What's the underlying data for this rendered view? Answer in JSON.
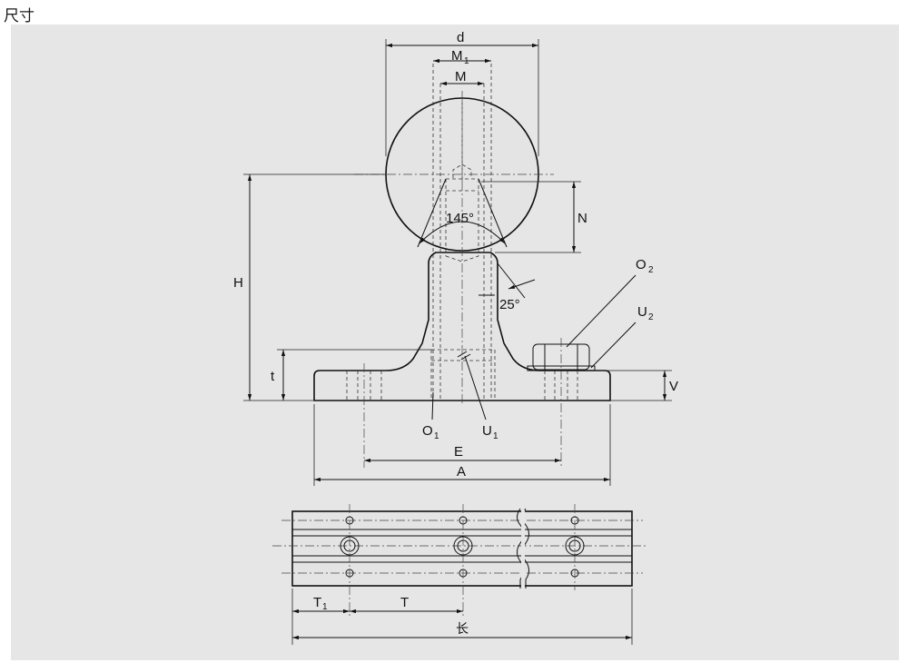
{
  "page": {
    "title": "尺寸"
  },
  "labels": {
    "d": "d",
    "M1": "M",
    "M1_sub": "1",
    "M": "M",
    "N": "N",
    "H": "H",
    "angle145": "145°",
    "angle25": "25°",
    "O2": "O",
    "O2_sub": "2",
    "U2": "U",
    "U2_sub": "2",
    "t": "t",
    "V": "V",
    "O1": "O",
    "O1_sub": "1",
    "U1": "U",
    "U1_sub": "1",
    "E": "E",
    "A": "A",
    "T1": "T",
    "T1_sub": "1",
    "T": "T",
    "length": "长"
  },
  "colors": {
    "background": "#ffffff",
    "panel": "#e6e6e6",
    "part_fill": "#e4e4e4",
    "line": "#111111"
  }
}
